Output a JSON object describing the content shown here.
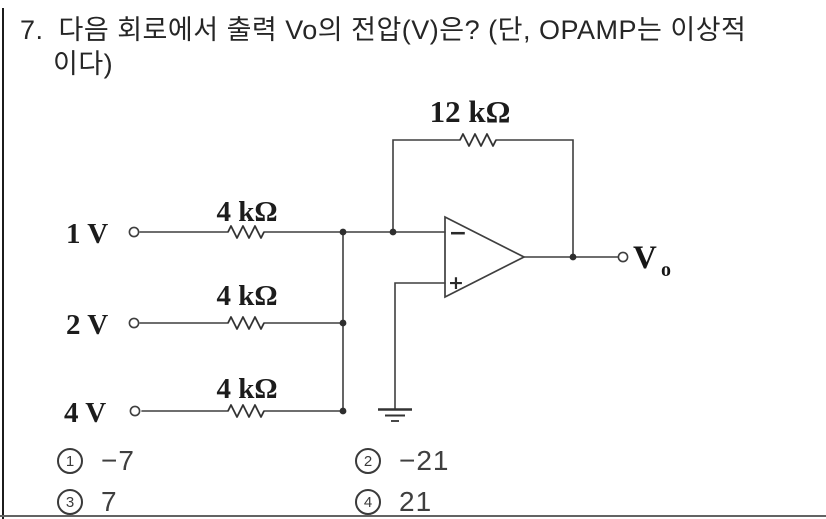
{
  "question": {
    "number": "7.",
    "line1": "다음 회로에서 출력 Vo의 전압(V)은? (단, OPAMP는 이상적",
    "line2": "이다)"
  },
  "circuit": {
    "feedback_resistor_label": "12 kΩ",
    "inputs": [
      {
        "source_label": "1 V",
        "resistor_label": "4 kΩ"
      },
      {
        "source_label": "2 V",
        "resistor_label": "4 kΩ"
      },
      {
        "source_label": "4 V",
        "resistor_label": "4 kΩ"
      }
    ],
    "opamp": {
      "inverting_symbol": "−",
      "noninverting_symbol": "+"
    },
    "output_label": "V",
    "output_label_sub": "o"
  },
  "choices": [
    {
      "marker": "1",
      "value": "−7"
    },
    {
      "marker": "2",
      "value": "−21"
    },
    {
      "marker": "3",
      "value": "7"
    },
    {
      "marker": "4",
      "value": "21"
    }
  ]
}
